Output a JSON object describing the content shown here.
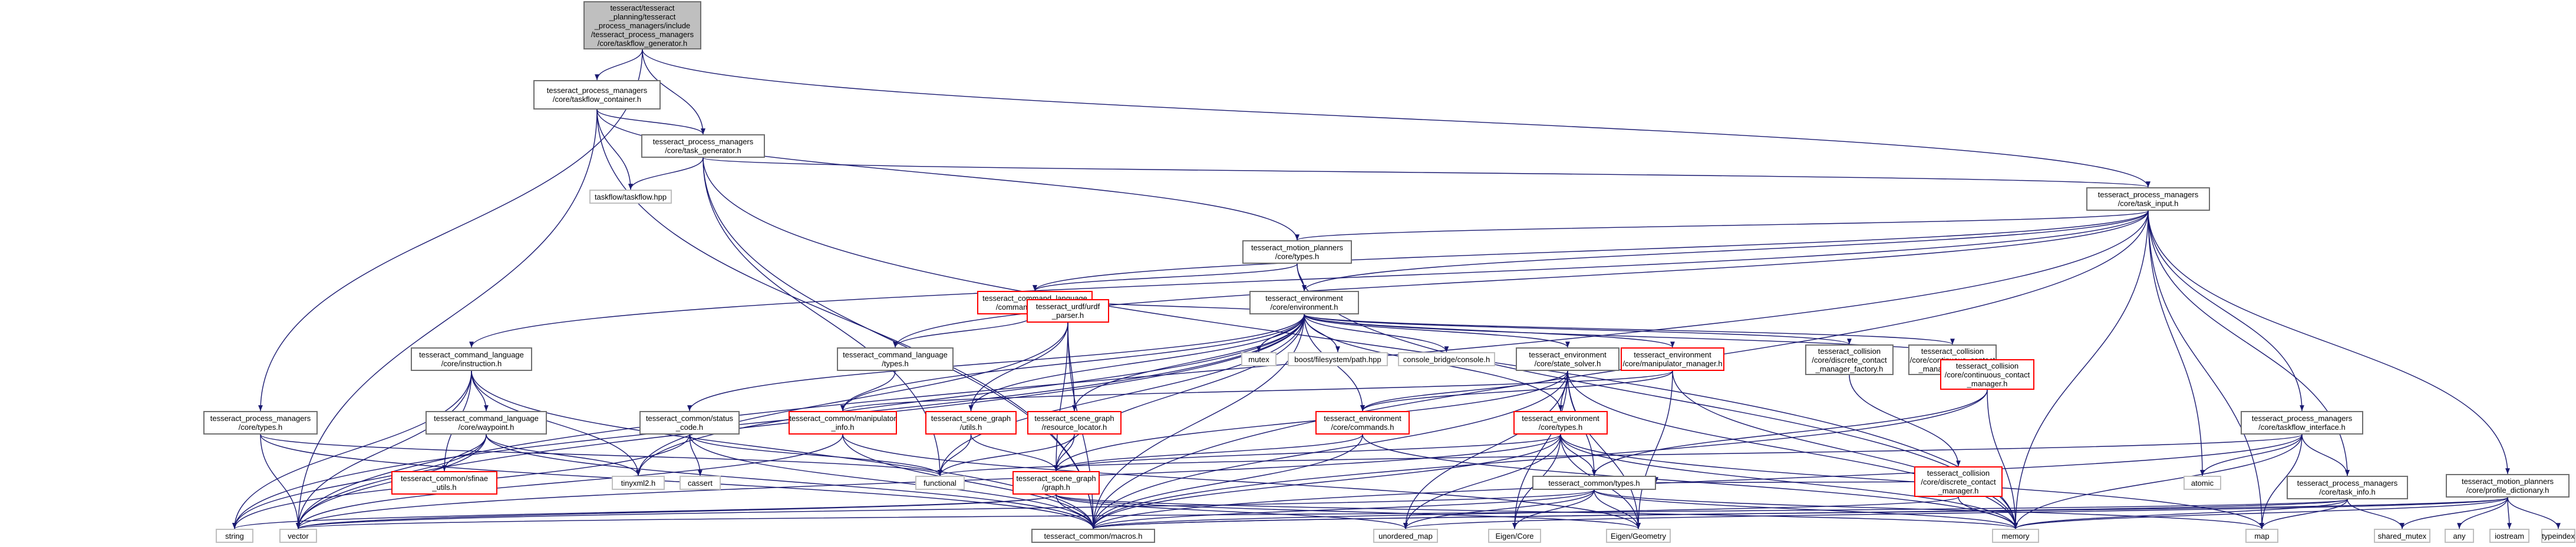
{
  "graph": {
    "root": "tesseract/tesseract_planning/tesseract_process_managers/include/tesseract_process_managers/core/taskflow_generator.h",
    "nodes": [
      {
        "id": "root",
        "label": "tesseract/tesseract\n_planning/tesseract\n_process_managers/include\n/tesseract_process_managers\n/core/taskflow_generator.h",
        "kind": "root"
      },
      {
        "id": "tc",
        "label": "tesseract_process_managers\n/core/taskflow_container.h",
        "kind": "internal"
      },
      {
        "id": "tg",
        "label": "tesseract_process_managers\n/core/task_generator.h",
        "kind": "internal"
      },
      {
        "id": "ti",
        "label": "tesseract_process_managers\n/core/task_input.h",
        "kind": "internal"
      },
      {
        "id": "tfhpp",
        "label": "taskflow/taskflow.hpp",
        "kind": "external"
      },
      {
        "id": "mpt",
        "label": "tesseract_motion_planners\n/core/types.h",
        "kind": "internal"
      },
      {
        "id": "clt1",
        "label": "tesseract_command_language\n/command_language.h",
        "kind": "missing"
      },
      {
        "id": "env",
        "label": "tesseract_environment\n/core/environment.h",
        "kind": "internal"
      },
      {
        "id": "clins",
        "label": "tesseract_command_language\n/core/instruction.h",
        "kind": "internal"
      },
      {
        "id": "cltypes",
        "label": "tesseract_command_language\n/types.h",
        "kind": "internal"
      },
      {
        "id": "urdf",
        "label": "tesseract_urdf/urdf\n_parser.h",
        "kind": "missing"
      },
      {
        "id": "mutex",
        "label": "mutex",
        "kind": "external"
      },
      {
        "id": "bfs",
        "label": "boost/filesystem/path.hpp",
        "kind": "external"
      },
      {
        "id": "cbc",
        "label": "console_bridge/console.h",
        "kind": "external"
      },
      {
        "id": "ess",
        "label": "tesseract_environment\n/core/state_solver.h",
        "kind": "internal"
      },
      {
        "id": "emm",
        "label": "tesseract_environment\n/core/manipulator_manager.h",
        "kind": "missing"
      },
      {
        "id": "cdcmf",
        "label": "tesseract_collision\n/core/discrete_contact\n_manager_factory.h",
        "kind": "internal"
      },
      {
        "id": "ccmf",
        "label": "tesseract_collision\n/core/continuous_contact\n_manager_factory.h",
        "kind": "internal"
      },
      {
        "id": "pmt",
        "label": "tesseract_process_managers\n/core/types.h",
        "kind": "internal"
      },
      {
        "id": "clwp",
        "label": "tesseract_command_language\n/core/waypoint.h",
        "kind": "internal"
      },
      {
        "id": "cstat",
        "label": "tesseract_common/status\n_code.h",
        "kind": "internal"
      },
      {
        "id": "cmi",
        "label": "tesseract_common/manipulator\n_info.h",
        "kind": "missing"
      },
      {
        "id": "sgu",
        "label": "tesseract_scene_graph\n/utils.h",
        "kind": "missing"
      },
      {
        "id": "sgrl",
        "label": "tesseract_scene_graph\n/resource_locator.h",
        "kind": "missing"
      },
      {
        "id": "ecmd",
        "label": "tesseract_environment\n/core/commands.h",
        "kind": "missing"
      },
      {
        "id": "etypes",
        "label": "tesseract_environment\n/core/types.h",
        "kind": "missing"
      },
      {
        "id": "ccm",
        "label": "tesseract_collision\n/core/continuous_contact\n_manager.h",
        "kind": "missing"
      },
      {
        "id": "tfi",
        "label": "tesseract_process_managers\n/core/taskflow_interface.h",
        "kind": "internal"
      },
      {
        "id": "pdict",
        "label": "tesseract_motion_planners\n/core/profile_dictionary.h",
        "kind": "internal"
      },
      {
        "id": "sfinae",
        "label": "tesseract_common/sfinae\n_utils.h",
        "kind": "missing"
      },
      {
        "id": "tinyxml",
        "label": "tinyxml2.h",
        "kind": "external"
      },
      {
        "id": "cassert",
        "label": "cassert",
        "kind": "external"
      },
      {
        "id": "functional",
        "label": "functional",
        "kind": "external"
      },
      {
        "id": "sgg",
        "label": "tesseract_scene_graph\n/graph.h",
        "kind": "missing"
      },
      {
        "id": "ctypes",
        "label": "tesseract_common/types.h",
        "kind": "internal"
      },
      {
        "id": "cdcm",
        "label": "tesseract_collision\n/core/discrete_contact\n_manager.h",
        "kind": "missing"
      },
      {
        "id": "atomic",
        "label": "atomic",
        "kind": "external"
      },
      {
        "id": "tinfo",
        "label": "tesseract_process_managers\n/core/task_info.h",
        "kind": "internal"
      },
      {
        "id": "string",
        "label": "string",
        "kind": "external"
      },
      {
        "id": "vector",
        "label": "vector",
        "kind": "external"
      },
      {
        "id": "macros",
        "label": "tesseract_common/macros.h",
        "kind": "internal"
      },
      {
        "id": "umap",
        "label": "unordered_map",
        "kind": "external"
      },
      {
        "id": "eigcore",
        "label": "Eigen/Core",
        "kind": "external"
      },
      {
        "id": "eiggeo",
        "label": "Eigen/Geometry",
        "kind": "external"
      },
      {
        "id": "memory",
        "label": "memory",
        "kind": "external"
      },
      {
        "id": "map",
        "label": "map",
        "kind": "external"
      },
      {
        "id": "smutex",
        "label": "shared_mutex",
        "kind": "external"
      },
      {
        "id": "any",
        "label": "any",
        "kind": "external"
      },
      {
        "id": "iostream",
        "label": "iostream",
        "kind": "external"
      },
      {
        "id": "typeindex",
        "label": "typeindex",
        "kind": "external"
      }
    ],
    "edges": [
      [
        "root",
        "tc"
      ],
      [
        "root",
        "tg"
      ],
      [
        "root",
        "ti"
      ],
      [
        "root",
        "pmt"
      ],
      [
        "tc",
        "tg"
      ],
      [
        "tc",
        "tfhpp"
      ],
      [
        "tc",
        "vector"
      ],
      [
        "tc",
        "macros"
      ],
      [
        "tc",
        "mpt"
      ],
      [
        "tg",
        "tfhpp"
      ],
      [
        "tg",
        "ti"
      ],
      [
        "tg",
        "macros"
      ],
      [
        "tg",
        "functional"
      ],
      [
        "tg",
        "memory"
      ],
      [
        "ti",
        "mpt"
      ],
      [
        "ti",
        "env"
      ],
      [
        "ti",
        "clins"
      ],
      [
        "ti",
        "cltypes"
      ],
      [
        "ti",
        "tfi"
      ],
      [
        "ti",
        "pdict"
      ],
      [
        "ti",
        "atomic"
      ],
      [
        "ti",
        "memory"
      ],
      [
        "ti",
        "macros"
      ],
      [
        "ti",
        "tinfo"
      ],
      [
        "ti",
        "map"
      ],
      [
        "ti",
        "vector"
      ],
      [
        "ti",
        "clt1"
      ],
      [
        "mpt",
        "clt1"
      ],
      [
        "mpt",
        "env"
      ],
      [
        "mpt",
        "memory"
      ],
      [
        "clt1",
        "cltypes"
      ],
      [
        "env",
        "urdf"
      ],
      [
        "env",
        "mutex"
      ],
      [
        "env",
        "bfs"
      ],
      [
        "env",
        "cbc"
      ],
      [
        "env",
        "ess"
      ],
      [
        "env",
        "emm"
      ],
      [
        "env",
        "cdcmf"
      ],
      [
        "env",
        "ccmf"
      ],
      [
        "env",
        "cmi"
      ],
      [
        "env",
        "cstat"
      ],
      [
        "env",
        "sgu"
      ],
      [
        "env",
        "sgrl"
      ],
      [
        "env",
        "ecmd"
      ],
      [
        "env",
        "etypes"
      ],
      [
        "env",
        "ccm"
      ],
      [
        "env",
        "sgg"
      ],
      [
        "env",
        "macros"
      ],
      [
        "env",
        "string"
      ],
      [
        "env",
        "vector"
      ],
      [
        "env",
        "tinyxml"
      ],
      [
        "env",
        "functional"
      ],
      [
        "clins",
        "clwp"
      ],
      [
        "clins",
        "sfinae"
      ],
      [
        "clins",
        "macros"
      ],
      [
        "clins",
        "string"
      ],
      [
        "clins",
        "vector"
      ],
      [
        "clins",
        "tinyxml"
      ],
      [
        "cltypes",
        "cmi"
      ],
      [
        "urdf",
        "sgrl"
      ],
      [
        "urdf",
        "sgg"
      ],
      [
        "urdf",
        "sgu"
      ],
      [
        "urdf",
        "tinyxml"
      ],
      [
        "urdf",
        "macros"
      ],
      [
        "ess",
        "ecmd"
      ],
      [
        "ess",
        "etypes"
      ],
      [
        "ess",
        "sgg"
      ],
      [
        "ess",
        "ctypes"
      ],
      [
        "ess",
        "eigcore"
      ],
      [
        "ess",
        "eiggeo"
      ],
      [
        "ess",
        "umap"
      ],
      [
        "ess",
        "memory"
      ],
      [
        "ess",
        "macros"
      ],
      [
        "emm",
        "ecmd"
      ],
      [
        "emm",
        "cmi"
      ],
      [
        "emm",
        "memory"
      ],
      [
        "emm",
        "eiggeo"
      ],
      [
        "cdcmf",
        "cdcm"
      ],
      [
        "ccmf",
        "ccm"
      ],
      [
        "pmt",
        "functional"
      ],
      [
        "pmt",
        "macros"
      ],
      [
        "pmt",
        "vector"
      ],
      [
        "clwp",
        "sfinae"
      ],
      [
        "clwp",
        "macros"
      ],
      [
        "clwp",
        "string"
      ],
      [
        "clwp",
        "vector"
      ],
      [
        "clwp",
        "tinyxml"
      ],
      [
        "cstat",
        "cassert"
      ],
      [
        "cstat",
        "functional"
      ],
      [
        "cstat",
        "string"
      ],
      [
        "cstat",
        "macros"
      ],
      [
        "cmi",
        "macros"
      ],
      [
        "cmi",
        "vector"
      ],
      [
        "cmi",
        "eiggeo"
      ],
      [
        "sgu",
        "sgg"
      ],
      [
        "sgu",
        "functional"
      ],
      [
        "sgrl",
        "sgg"
      ],
      [
        "sgrl",
        "functional"
      ],
      [
        "ecmd",
        "sgg"
      ],
      [
        "ecmd",
        "macros"
      ],
      [
        "ecmd",
        "memory"
      ],
      [
        "etypes",
        "ctypes"
      ],
      [
        "etypes",
        "eigcore"
      ],
      [
        "etypes",
        "eiggeo"
      ],
      [
        "etypes",
        "umap"
      ],
      [
        "etypes",
        "memory"
      ],
      [
        "etypes",
        "macros"
      ],
      [
        "etypes",
        "map"
      ],
      [
        "etypes",
        "vector"
      ],
      [
        "etypes",
        "sgg"
      ],
      [
        "ccm",
        "ctypes"
      ],
      [
        "ccm",
        "memory"
      ],
      [
        "ccm",
        "macros"
      ],
      [
        "tfi",
        "tinfo"
      ],
      [
        "tfi",
        "atomic"
      ],
      [
        "tfi",
        "memory"
      ],
      [
        "tfi",
        "macros"
      ],
      [
        "tfi",
        "map"
      ],
      [
        "tfi",
        "functional"
      ],
      [
        "pdict",
        "any"
      ],
      [
        "pdict",
        "iostream"
      ],
      [
        "pdict",
        "typeindex"
      ],
      [
        "pdict",
        "umap"
      ],
      [
        "pdict",
        "smutex"
      ],
      [
        "pdict",
        "memory"
      ],
      [
        "pdict",
        "macros"
      ],
      [
        "sgg",
        "macros"
      ],
      [
        "sgg",
        "memory"
      ],
      [
        "sgg",
        "string"
      ],
      [
        "sgg",
        "vector"
      ],
      [
        "sgg",
        "eiggeo"
      ],
      [
        "sgg",
        "umap"
      ],
      [
        "ctypes",
        "vector"
      ],
      [
        "ctypes",
        "macros"
      ],
      [
        "ctypes",
        "memory"
      ],
      [
        "ctypes",
        "map"
      ],
      [
        "ctypes",
        "umap"
      ],
      [
        "ctypes",
        "eigcore"
      ],
      [
        "ctypes",
        "eiggeo"
      ],
      [
        "cdcm",
        "ctypes"
      ],
      [
        "cdcm",
        "memory"
      ],
      [
        "cdcm",
        "macros"
      ],
      [
        "tinfo",
        "memory"
      ],
      [
        "tinfo",
        "macros"
      ],
      [
        "tinfo",
        "map"
      ],
      [
        "tinfo",
        "smutex"
      ],
      [
        "tinfo",
        "vector"
      ]
    ]
  },
  "colors": {
    "edge": "#191970",
    "root_fill": "#bfbfbf",
    "internal_border": "#6f6f6f",
    "external_border": "#bfbfbf",
    "missing_border": "#ff0000"
  }
}
